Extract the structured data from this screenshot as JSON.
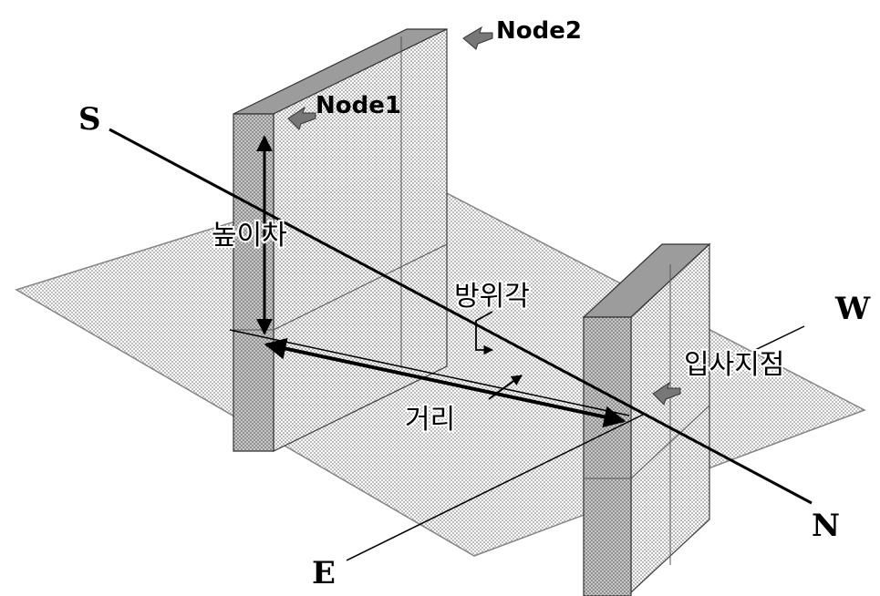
{
  "labels": {
    "node1": "Node1",
    "node2": "Node2",
    "height_diff": "높이차",
    "azimuth": "방위각",
    "distance": "거리",
    "incidence_point": "입사지점"
  },
  "compass": {
    "south": "S",
    "north": "N",
    "east": "E",
    "west": "W"
  },
  "colors": {
    "ground_plane": "#e9e9e9",
    "block_face": "#bdbdbd",
    "block_side": "#d6d6d6",
    "block_top": "#a9a9a9",
    "marker": "#7a7a7a"
  }
}
